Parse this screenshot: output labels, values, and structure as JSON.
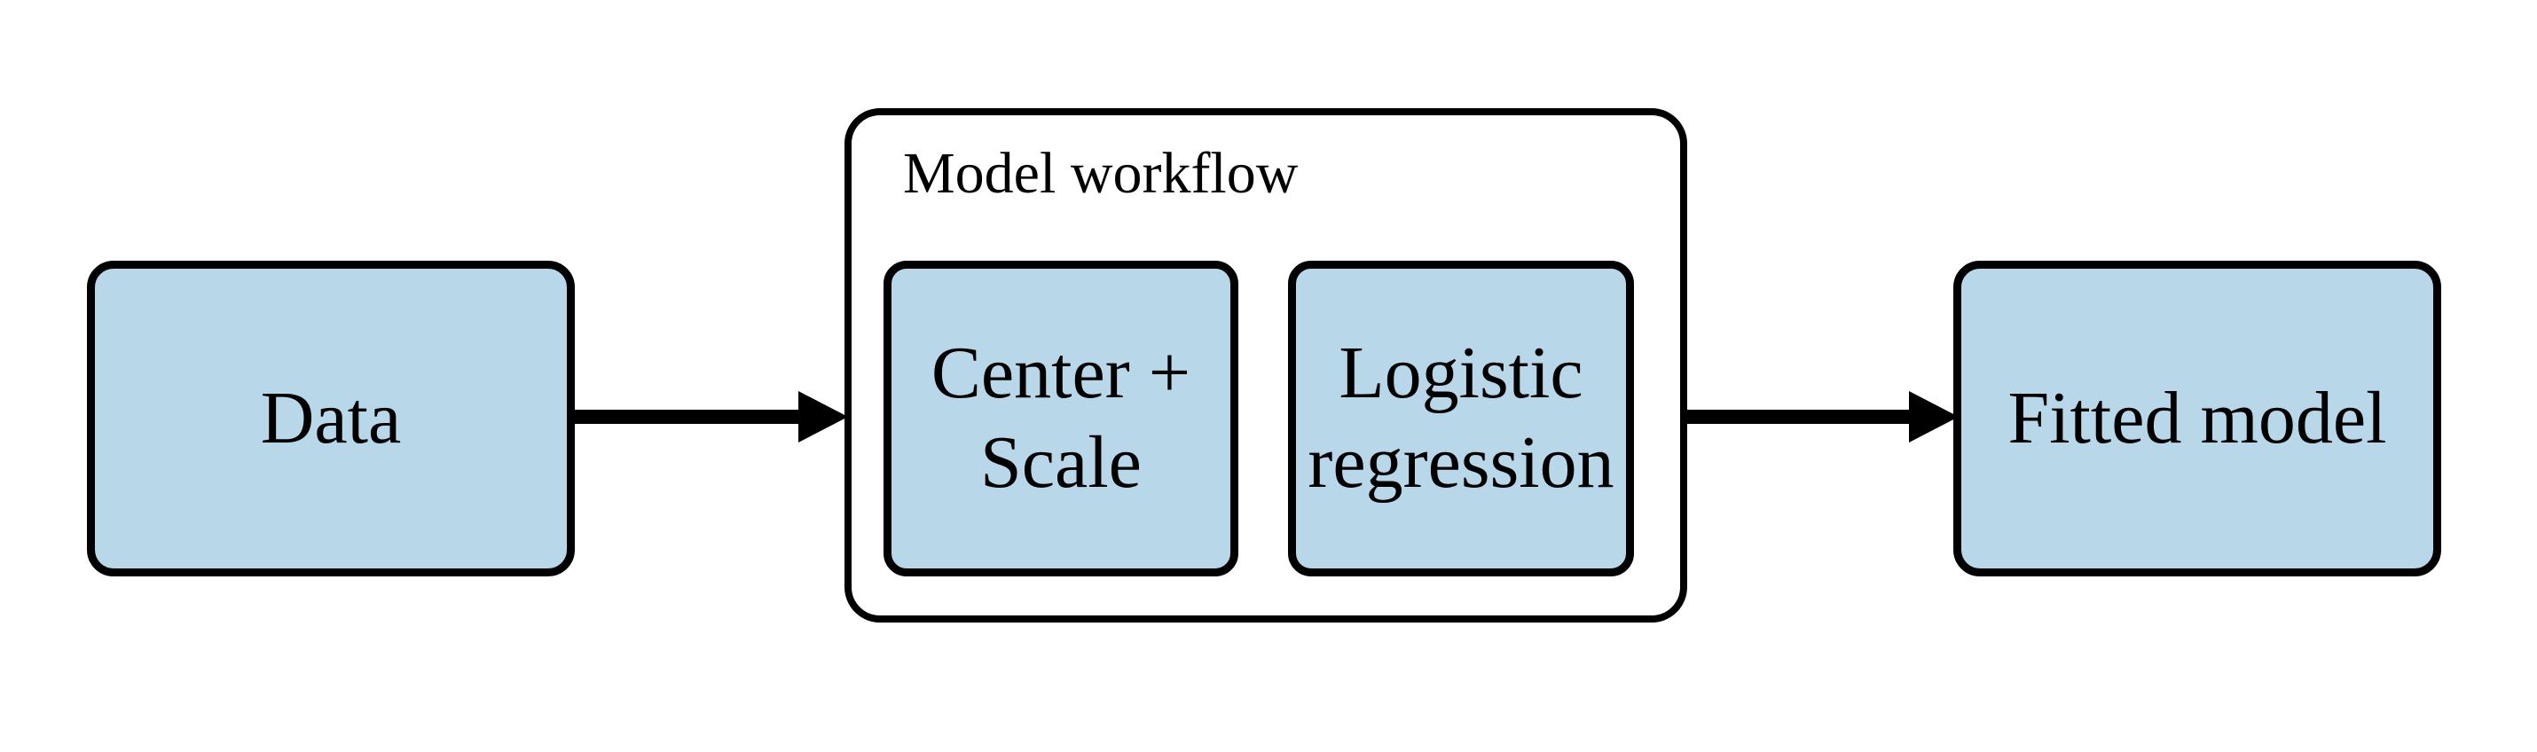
{
  "diagram": {
    "type": "flowchart",
    "background_color": "#ffffff",
    "node_fill_color": "#b8d8ea",
    "node_border_color": "#000000",
    "arrow_color": "#000000",
    "nodes": {
      "data": {
        "label": "Data"
      },
      "workflow": {
        "title": "Model workflow",
        "steps": [
          {
            "label": "Center + Scale",
            "lines": [
              "Center +",
              "Scale"
            ]
          },
          {
            "label": "Logistic regression",
            "lines": [
              "Logistic",
              "regression"
            ]
          }
        ]
      },
      "fitted_model": {
        "label": "Fitted model"
      }
    },
    "edges": [
      {
        "from": "data",
        "to": "workflow"
      },
      {
        "from": "workflow",
        "to": "fitted_model"
      }
    ]
  }
}
